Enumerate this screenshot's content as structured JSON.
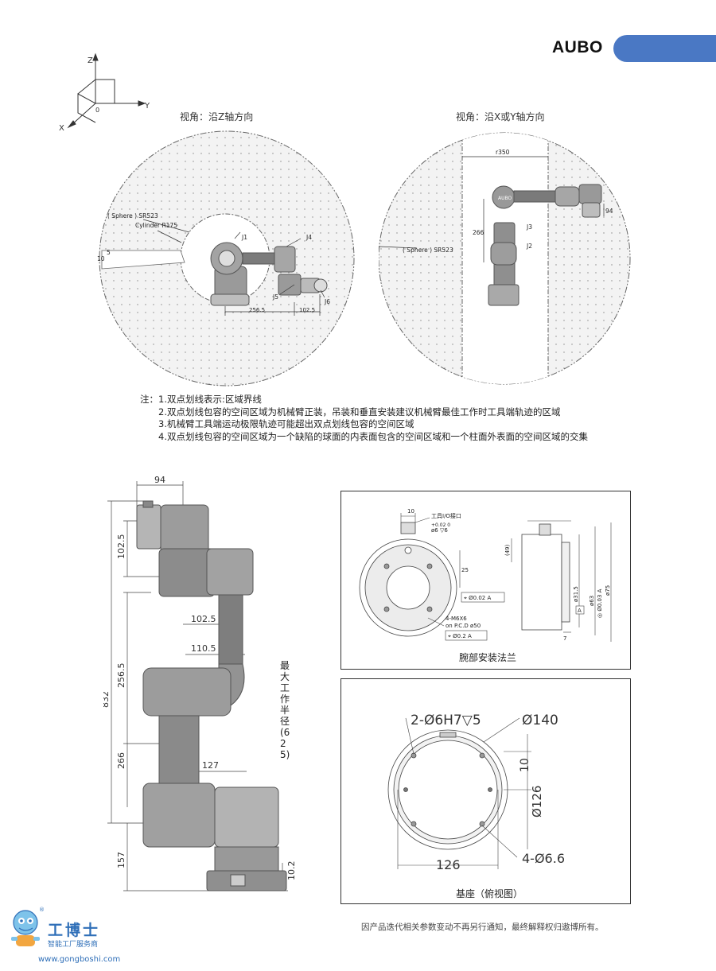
{
  "header": {
    "brand": "AUBO"
  },
  "axes": {
    "z": "Z",
    "y": "Y",
    "x": "X",
    "origin": "0"
  },
  "views": {
    "left": {
      "title": "视角：沿Z轴方向",
      "sphere": "( Sphere ) SR523",
      "cylinder": "Cylinder R175",
      "dim_5": "5",
      "dim_10": "10",
      "j1": "J1",
      "j4": "J4",
      "j5": "J5",
      "j6": "J6",
      "dim_256": "256.5",
      "dim_102": "102.5"
    },
    "right": {
      "title": "视角：沿X或Y轴方向",
      "r350": "r350",
      "dim_94": "94",
      "dim_266": "266",
      "j3": "J3",
      "j2": "J2",
      "sphere": "( Sphere ) SR523",
      "badge": "AUBO"
    }
  },
  "notes": {
    "prefix": "注：",
    "items": [
      "1.双点划线表示:区域界线",
      "2.双点划线包容的空间区域为机械臂正装，吊装和垂直安装建议机械臂最佳工作时工具端轨迹的区域",
      "3.机械臂工具端运动极限轨迹可能超出双点划线包容的空间区域",
      "4.双点划线包容的空间区域为一个缺陷的球面的内表面包含的空间区域和一个柱面外表面的空间区域的交集"
    ]
  },
  "side_view": {
    "dim_94": "94",
    "dim_1025a": "102.5",
    "dim_1025b": "102.5",
    "dim_1105": "110.5",
    "dim_2565": "256.5",
    "dim_832": "832",
    "dim_266": "266",
    "dim_127": "127",
    "dim_157": "157",
    "dim_102": "10.2",
    "work_radius": "最大工作半径(625)"
  },
  "flange": {
    "caption": "腕部安装法兰",
    "io_label": "工具I/O接口",
    "dim_10": "10",
    "hole_depth": "ø6 ▽6",
    "hole_tol": "+0.02  0",
    "dim_25": "25",
    "tol_002": "⌖ Ø0.02 A",
    "m6": "4-M6X6",
    "pcd": "on P.C.D ø50",
    "tol_02": "⌖ Ø0.2 A",
    "dim_49": "(49)",
    "dim_315": "ø31.5",
    "dim_63": "ø63",
    "dim_75": "ø75",
    "tol_003": "◎ Ø0.03 A",
    "datum": "A",
    "dim_7": "7"
  },
  "base": {
    "caption": "基座（俯视图）",
    "holes": "2-Ø6H7▽5",
    "dia_140": "Ø140",
    "dim_10": "10",
    "dia_126": "Ø126",
    "dim_126": "126",
    "holes_66": "4-Ø6.6"
  },
  "footer": {
    "note": "因产品迭代相关参数变动不再另行通知，最终解释权归遨博所有。",
    "logo_name": "工博士",
    "logo_sub": "智能工厂服务商",
    "logo_url": "www.gongboshi.com",
    "reg": "®"
  },
  "colors": {
    "accent": "#4a78c4",
    "logo": "#2f6fb8",
    "zone_fill": "#f2f2f2",
    "robot": "#8a8a8a"
  }
}
